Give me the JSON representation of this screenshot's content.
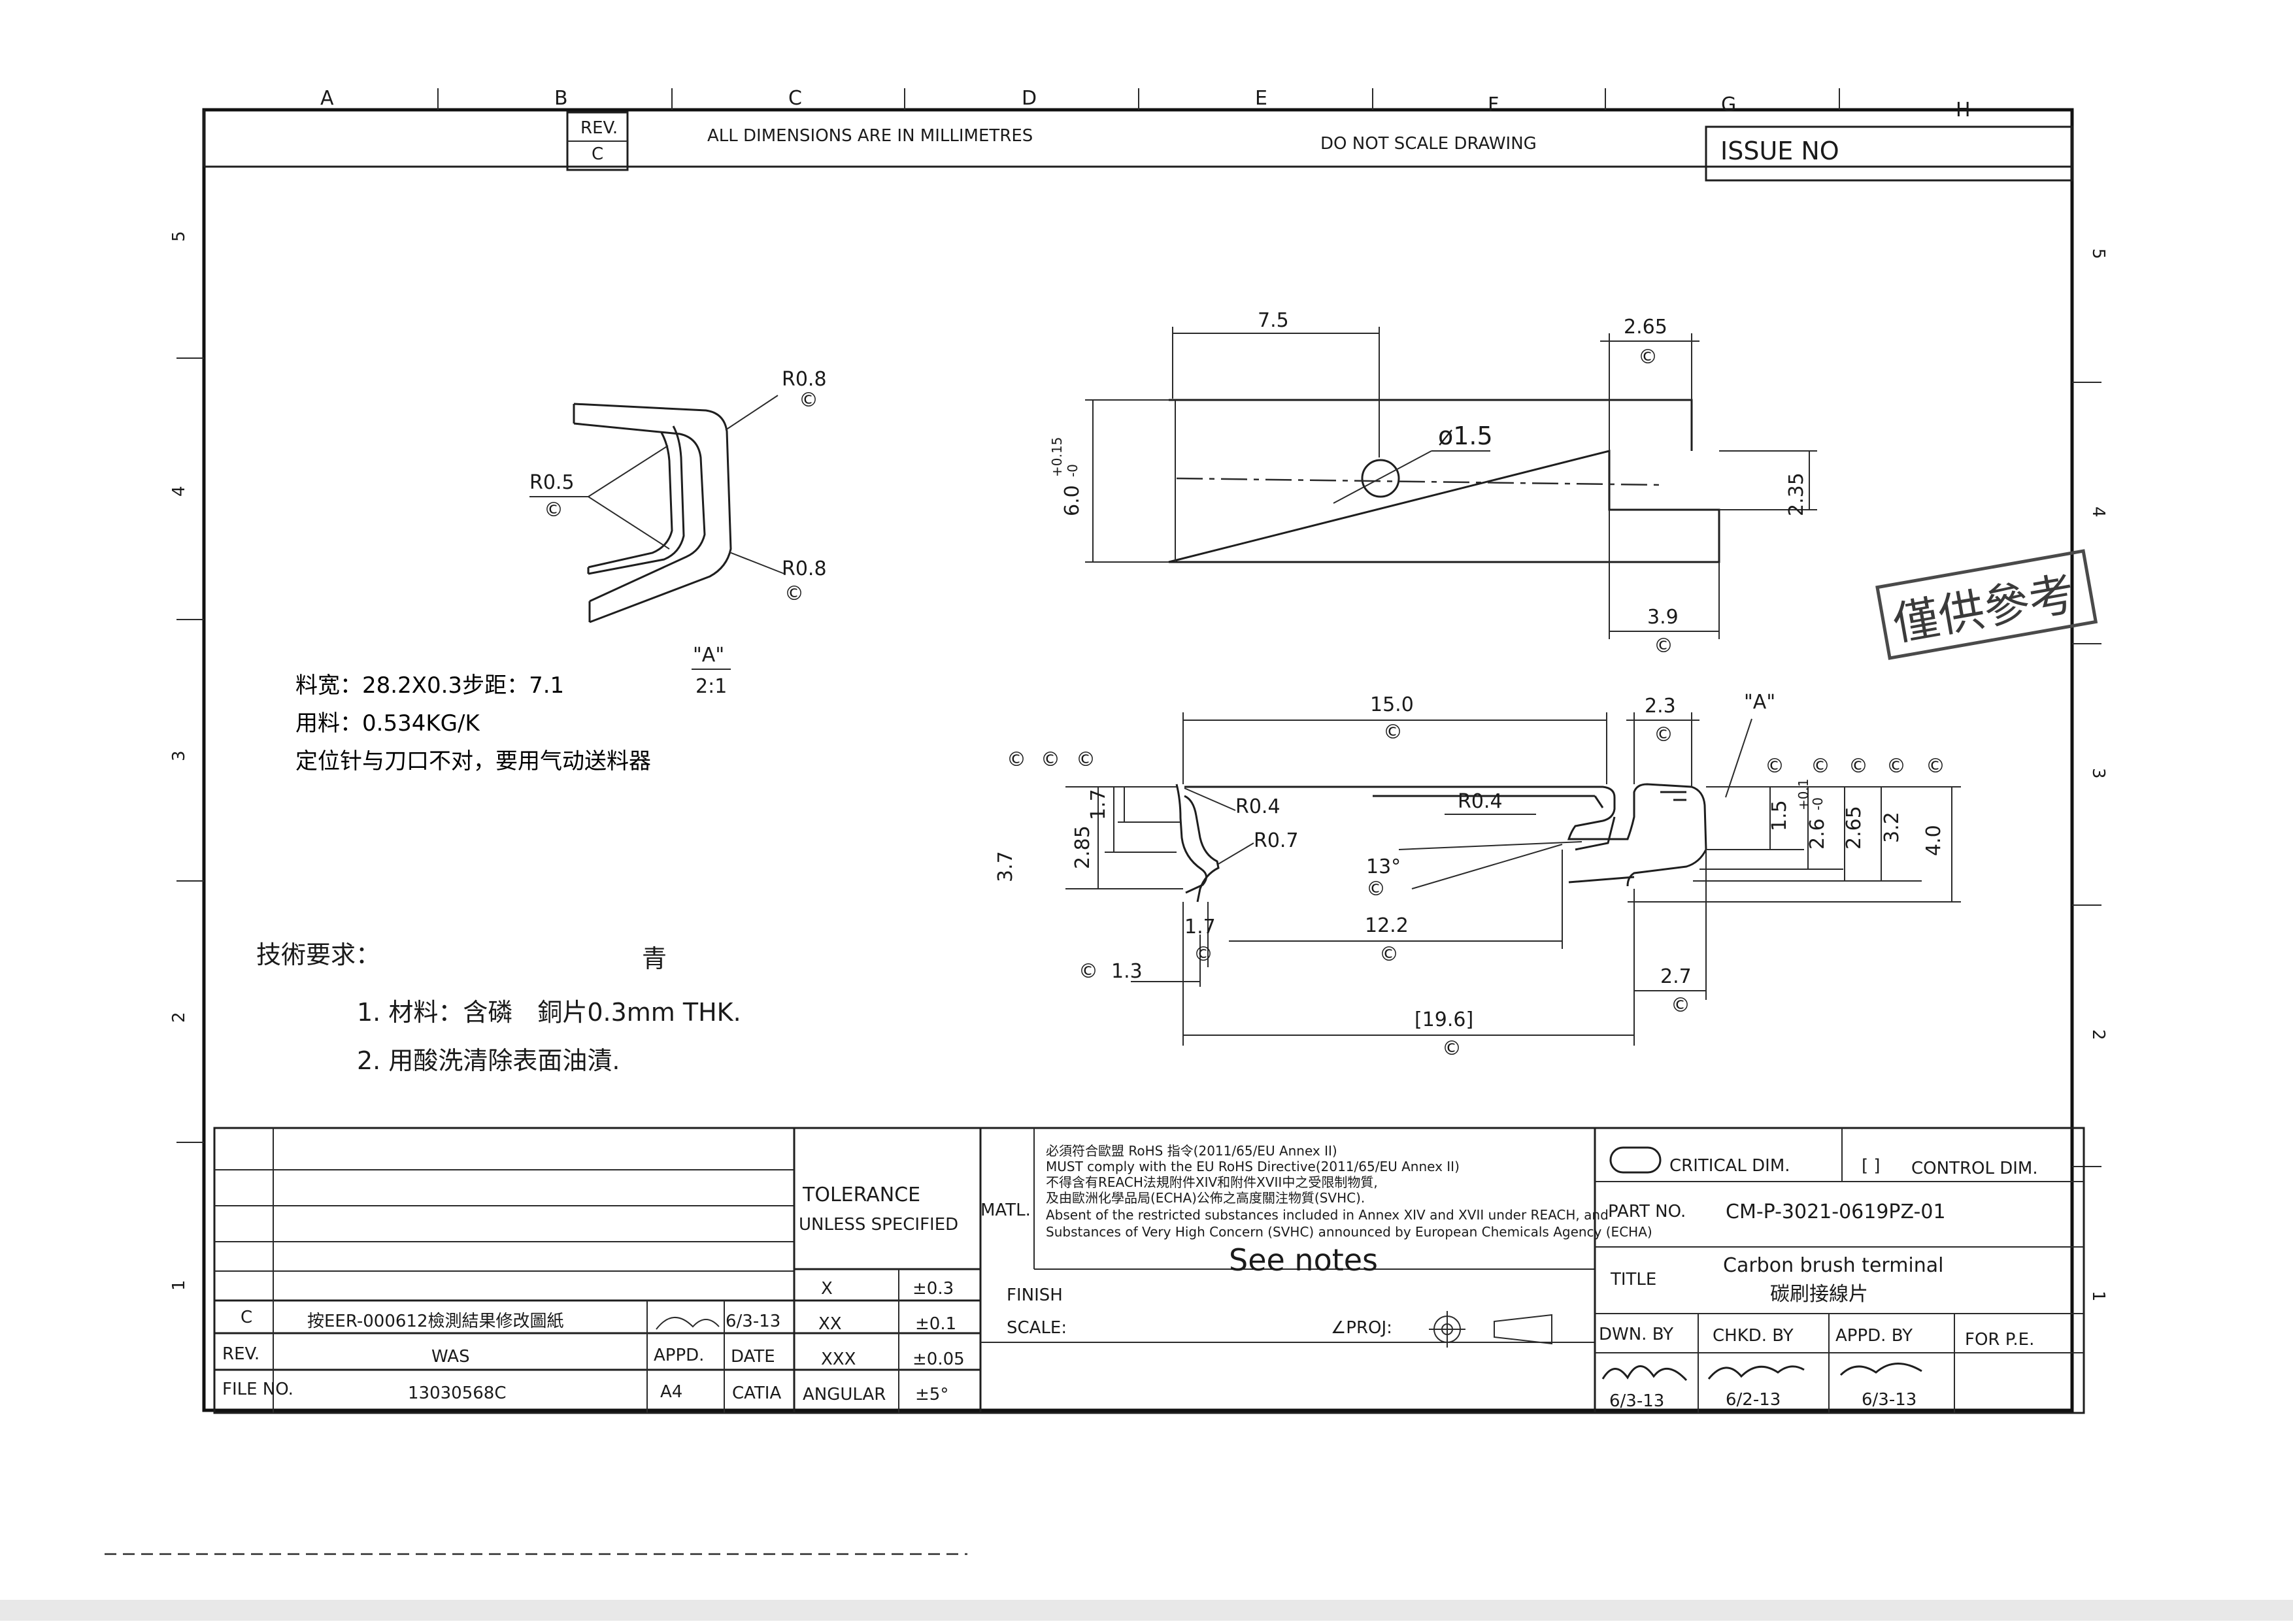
{
  "zone_letters": [
    "A",
    "B",
    "C",
    "D",
    "E",
    "F",
    "G",
    "H"
  ],
  "zone_numbers": [
    "5",
    "4",
    "3",
    "2",
    "1"
  ],
  "header": {
    "rev_label": "REV.",
    "rev_value": "C",
    "units_note": "ALL DIMENSIONS ARE IN MILLIMETRES",
    "scale_note": "DO NOT SCALE DRAWING",
    "issue_no_label": "ISSUE NO"
  },
  "detail_a": {
    "dims": [
      "R0.8",
      "R0.5",
      "R0.8"
    ],
    "label": "\"A\"",
    "scale": "2:1"
  },
  "material_notes": [
    "料宽：28.2X0.3步距：7.1",
    "用料：0.534KG/K",
    "定位针与刀口不对，要用气动送料器"
  ],
  "top_view": {
    "dims": [
      "7.5",
      "2.65",
      "ø1.5",
      "6.0",
      "+0.15",
      "-0",
      "2.35",
      "3.9"
    ]
  },
  "stamp": "僅供參考",
  "side_view": {
    "dims": [
      "15.0",
      "2.3",
      "\"A\"",
      "R0.4",
      "R0.7",
      "R0.4",
      "13°",
      "2.85",
      "1.7",
      "3.7",
      "1.5",
      "2.6",
      "+0.1",
      "-0",
      "2.65",
      "3.2",
      "4.0",
      "1.7",
      "12.2",
      "1.3",
      "2.7",
      "[19.6]"
    ]
  },
  "tech_requirements": {
    "heading": "技術要求：",
    "side_mark": "青",
    "items": [
      "1. 材料：含磷　銅片0.3mm THK.",
      "2. 用酸洗清除表面油漬."
    ]
  },
  "title_block": {
    "rev_row": {
      "rev": "C",
      "description": "按EER-000612檢測結果修改圖紙",
      "appd_date": "6/3-13"
    },
    "labels": {
      "rev": "REV.",
      "was": "WAS",
      "appd": "APPD.",
      "date": "DATE",
      "file_no": "FILE NO.",
      "file_no_value": "13030568C",
      "sheet_size": "A4",
      "catia": "CATIA",
      "angular": "ANGULAR",
      "angular_value": "±5°",
      "tolerance": "TOLERANCE",
      "unless_specified": "UNLESS SPECIFIED",
      "matl": "MATL.",
      "finish": "FINISH",
      "scale": "SCALE:",
      "proj": "∠PROJ:"
    },
    "tolerances": [
      {
        "label": "X",
        "value": "±0.3"
      },
      {
        "label": "XX",
        "value": "±0.1"
      },
      {
        "label": "XXX",
        "value": "±0.05"
      }
    ],
    "rohs_lines": [
      "必須符合歐盟 RoHS 指令(2011/65/EU Annex II)",
      "MUST comply with the EU RoHS Directive(2011/65/EU Annex II)",
      "不得含有REACH法規附件XIV和附件XVII中之受限制物質,",
      "及由歐洲化學品局(ECHA)公佈之高度關注物質(SVHC).",
      "Absent of the restricted substances included in Annex XIV and XVII under REACH, and",
      "Substances of Very High Concern (SVHC) announced by European Chemicals Agency (ECHA)"
    ],
    "matl_value": "See notes",
    "critical_dim": "CRITICAL DIM.",
    "control_dim": "CONTROL DIM.",
    "part_no_label": "PART NO.",
    "part_no": "CM-P-3021-0619PZ-01",
    "title_label": "TITLE",
    "title_en": "Carbon brush terminal",
    "title_cn": "碳刷接線片",
    "dwn_by": "DWN. BY",
    "chkd_by": "CHKD. BY",
    "appd_by": "APPD. BY",
    "for_pe": "FOR P.E.",
    "dates": [
      "6/3-13",
      "6/2-13",
      "6/3-13"
    ]
  }
}
